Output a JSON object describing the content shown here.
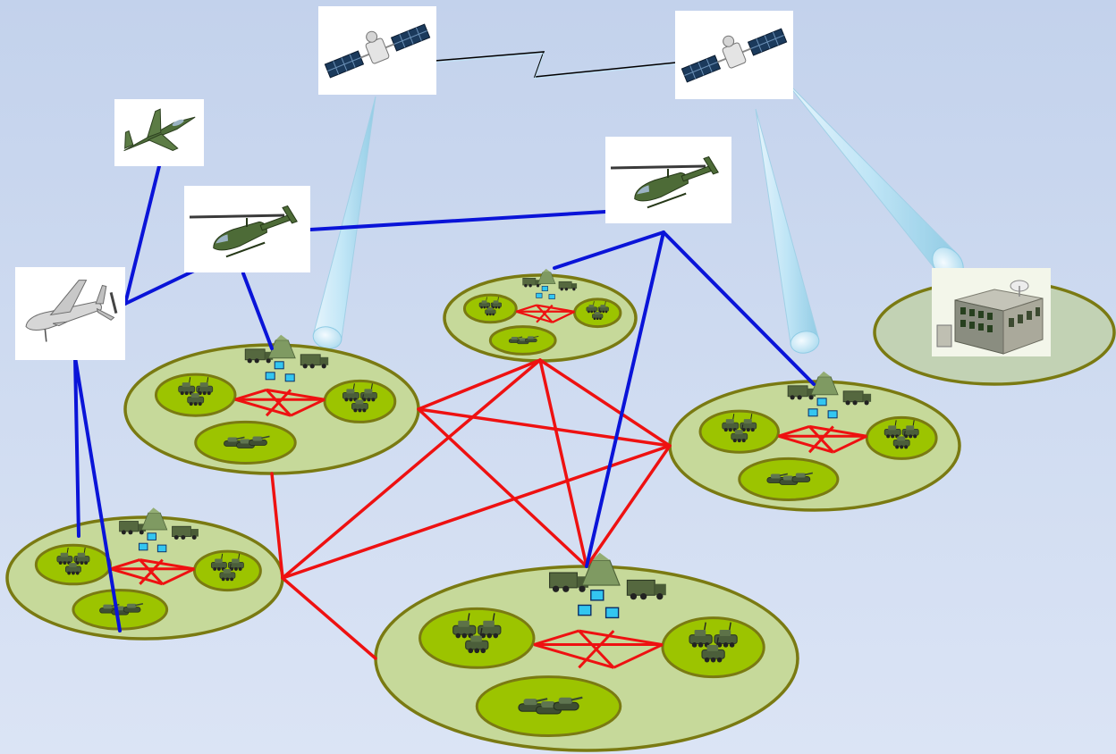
{
  "diagram": {
    "type": "network-topology",
    "colors": {
      "background": "#c9d6ee",
      "satellite_link": "#000000",
      "air_ground_link": "#0a14d8",
      "ground_link": "#ee1111",
      "beam": "#bfe6f7",
      "cluster_fill": "#c6d99a",
      "cluster_border": "#7a7a12",
      "subgroup_fill": "#9cc400"
    },
    "nodes": [
      {
        "id": "satellite-1",
        "icon": "satellite-icon"
      },
      {
        "id": "satellite-2",
        "icon": "satellite-icon"
      },
      {
        "id": "fighter-jet",
        "icon": "jet-icon"
      },
      {
        "id": "helicopter-1",
        "icon": "helicopter-icon"
      },
      {
        "id": "helicopter-2",
        "icon": "helicopter-icon"
      },
      {
        "id": "uav",
        "icon": "drone-icon"
      },
      {
        "id": "headquarters",
        "icon": "building-icon"
      },
      {
        "id": "cluster-left",
        "icon": "ground-unit-cluster"
      },
      {
        "id": "cluster-center-left",
        "icon": "ground-unit-cluster"
      },
      {
        "id": "cluster-top-center",
        "icon": "ground-unit-cluster"
      },
      {
        "id": "cluster-right",
        "icon": "ground-unit-cluster"
      },
      {
        "id": "cluster-bottom",
        "icon": "ground-unit-cluster"
      }
    ],
    "links": {
      "satellite": [
        [
          "satellite-1",
          "satellite-2"
        ]
      ],
      "beams": [
        [
          "satellite-1",
          "cluster-center-left"
        ],
        [
          "satellite-2",
          "cluster-right"
        ],
        [
          "satellite-2",
          "headquarters"
        ]
      ],
      "air_ground": [
        [
          "fighter-jet",
          "uav"
        ],
        [
          "helicopter-1",
          "uav"
        ],
        [
          "helicopter-1",
          "helicopter-2"
        ],
        [
          "helicopter-1",
          "cluster-center-left"
        ],
        [
          "helicopter-2",
          "cluster-top-center"
        ],
        [
          "helicopter-2",
          "cluster-right"
        ],
        [
          "helicopter-2",
          "cluster-bottom"
        ],
        [
          "uav",
          "cluster-left"
        ]
      ],
      "ground": [
        [
          "cluster-center-left",
          "cluster-top-center"
        ],
        [
          "cluster-center-left",
          "cluster-right"
        ],
        [
          "cluster-center-left",
          "cluster-bottom"
        ],
        [
          "cluster-center-left",
          "cluster-left"
        ],
        [
          "cluster-top-center",
          "cluster-left"
        ],
        [
          "cluster-top-center",
          "cluster-right"
        ],
        [
          "cluster-top-center",
          "cluster-bottom"
        ],
        [
          "cluster-right",
          "cluster-left"
        ],
        [
          "cluster-right",
          "cluster-bottom"
        ],
        [
          "cluster-left",
          "cluster-bottom"
        ]
      ]
    }
  }
}
